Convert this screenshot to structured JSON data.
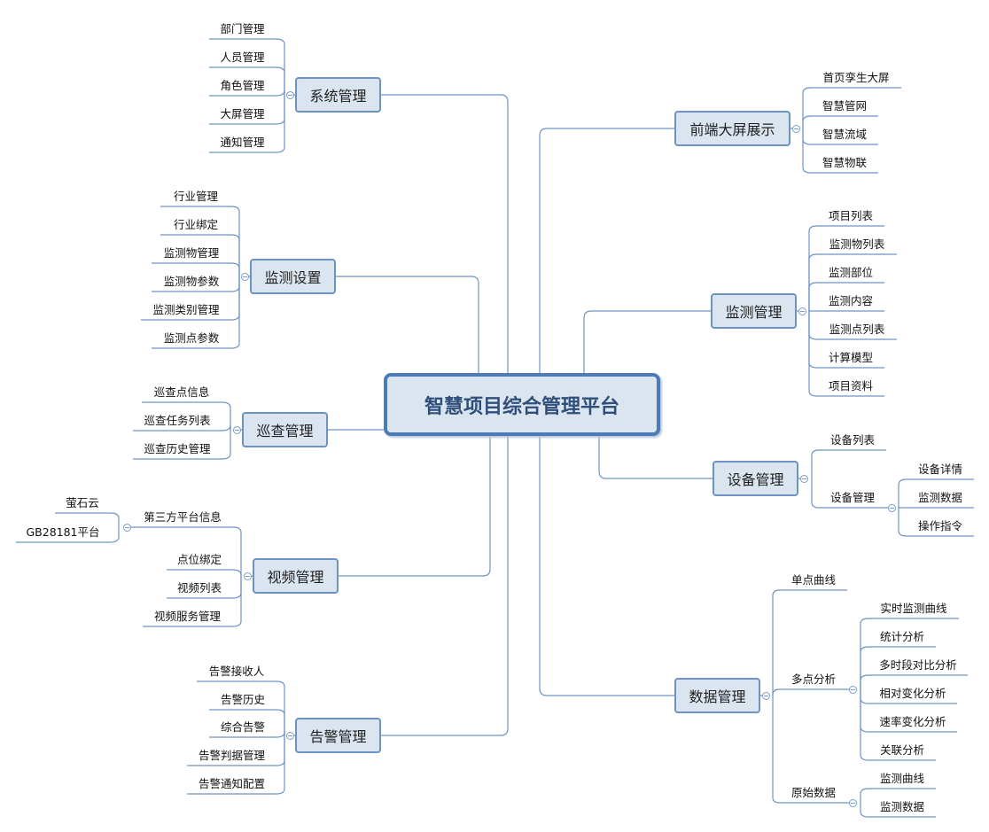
{
  "title": "智慧项目综合管理平台",
  "colors": {
    "line": "#6d93c4",
    "node_fill": "#dbe5f0",
    "root_border": "#4a7ab8"
  },
  "branches": {
    "xitong": {
      "label": "系统管理",
      "items": [
        "部门管理",
        "人员管理",
        "角色管理",
        "大屏管理",
        "通知管理"
      ]
    },
    "jiance_shezhi": {
      "label": "监测设置",
      "items": [
        "行业管理",
        "行业绑定",
        "监测物管理",
        "监测物参数",
        "监测类别管理",
        "监测点参数"
      ]
    },
    "xuncha": {
      "label": "巡查管理",
      "items": [
        "巡查点信息",
        "巡查任务列表",
        "巡查历史管理"
      ]
    },
    "shipin": {
      "label": "视频管理",
      "third_party": {
        "label": "第三方平台信息",
        "items": [
          "萤石云",
          "GB28181平台"
        ]
      },
      "items": [
        "点位绑定",
        "视频列表",
        "视频服务管理"
      ]
    },
    "gaojing": {
      "label": "告警管理",
      "items": [
        "告警接收人",
        "告警历史",
        "综合告警",
        "告警判据管理",
        "告警通知配置"
      ]
    },
    "qianduan": {
      "label": "前端大屏展示",
      "items": [
        "首页孪生大屏",
        "智慧管网",
        "智慧流域",
        "智慧物联"
      ]
    },
    "jiance_guanli": {
      "label": "监测管理",
      "items": [
        "项目列表",
        "监测物列表",
        "监测部位",
        "监测内容",
        "监测点列表",
        "计算模型",
        "项目资料"
      ]
    },
    "shebei": {
      "label": "设备管理",
      "items": [
        "设备列表"
      ],
      "sub": {
        "label": "设备管理",
        "items": [
          "设备详情",
          "监测数据",
          "操作指令"
        ]
      }
    },
    "shuju": {
      "label": "数据管理",
      "items": [
        "单点曲线"
      ],
      "multi": {
        "label": "多点分析",
        "items": [
          "实时监测曲线",
          "统计分析",
          "多时段对比分析",
          "相对变化分析",
          "速率变化分析",
          "关联分析"
        ]
      },
      "raw": {
        "label": "原始数据",
        "items": [
          "监测曲线",
          "监测数据"
        ]
      }
    }
  }
}
